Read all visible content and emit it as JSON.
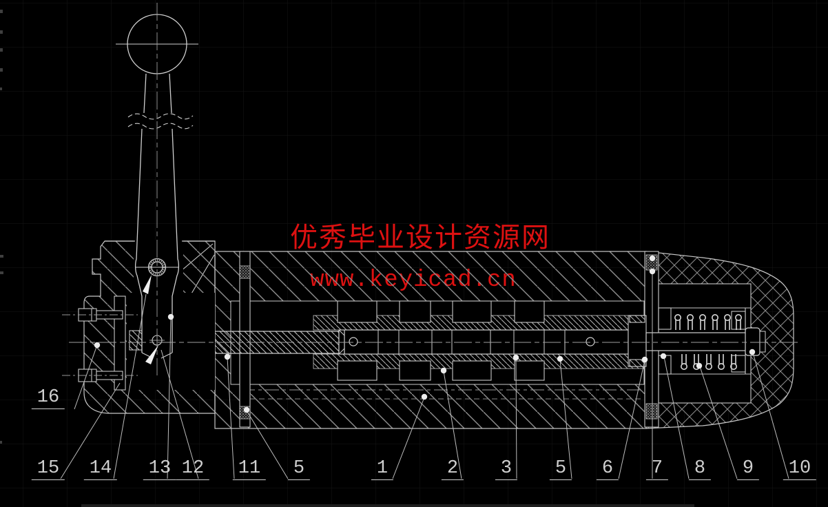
{
  "canvas": {
    "background": "#000000",
    "grid_color": "#161616",
    "line_color": "#c8c8c8",
    "hatch_color": "#8f8f8f",
    "label_color": "#cfcfcf",
    "watermark_color": "#dd1111"
  },
  "watermark": {
    "line1": "优秀毕业设计资源网",
    "line2": "www.keyicad.cn"
  },
  "callouts": [
    "16",
    "15",
    "14",
    "13",
    "12",
    "11",
    "5",
    "1",
    "2",
    "3",
    "5",
    "6",
    "7",
    "8",
    "9",
    "10"
  ]
}
